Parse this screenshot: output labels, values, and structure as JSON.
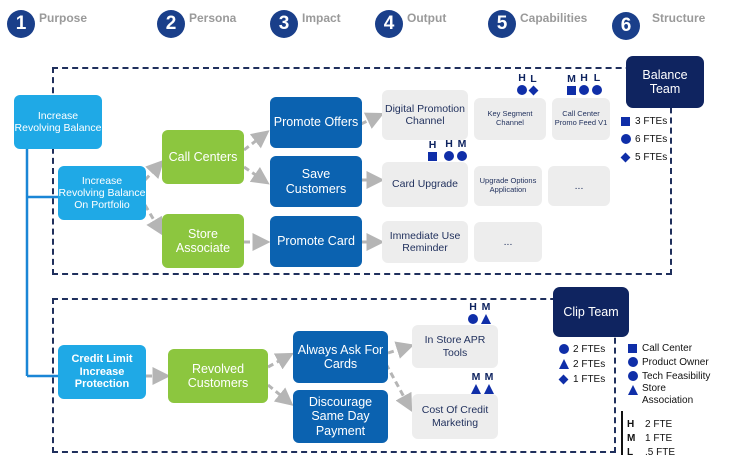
{
  "steps": [
    {
      "num": "1",
      "label": "Purpose"
    },
    {
      "num": "2",
      "label": "Persona"
    },
    {
      "num": "3",
      "label": "Impact"
    },
    {
      "num": "4",
      "label": "Output"
    },
    {
      "num": "5",
      "label": "Capabilities"
    },
    {
      "num": "6",
      "label": "Structure"
    }
  ],
  "colors": {
    "navy": "#0f2460",
    "cyan": "#1fa9e6",
    "green": "#8cc63f",
    "blue": "#0b62b0",
    "grey": "#ededed",
    "marker": "#0f2ea8",
    "arrow": "#b5b5b5"
  },
  "balance": {
    "team": "Balance Team",
    "purpose": "Increase Revolving Balance",
    "sub_purpose": "Increase Revolving Balance On Portfolio",
    "personas": [
      "Call Centers",
      "Store Associate"
    ],
    "impacts": [
      "Promote Offers",
      "Save Customers",
      "Promote Card"
    ],
    "outputs": [
      "Digital Promotion Channel",
      "Card Upgrade",
      "Immediate Use Reminder"
    ],
    "capabilities": [
      "Key Segment Channel",
      "Call Center Promo Feed V1",
      "Upgrade Options Application",
      "...",
      "..."
    ],
    "tags": {
      "key_segment": [
        "H",
        "L"
      ],
      "promo_feed": [
        "M",
        "H",
        "L"
      ],
      "card_upgrade": [
        "H",
        "H",
        "M"
      ]
    },
    "fte_legend": [
      "3 FTEs",
      "6 FTEs",
      "5 FTEs"
    ]
  },
  "clip": {
    "team": "Clip Team",
    "purpose": "Credit Limit Increase Protection",
    "persona": "Revolved Customers",
    "impacts": [
      "Always Ask For Cards",
      "Discourage Same Day Payment"
    ],
    "outputs": [
      "In Store APR Tools",
      "Cost Of Credit Marketing"
    ],
    "tags": {
      "apr_tools": [
        "H",
        "M"
      ],
      "credit_marketing": [
        "M",
        "M"
      ]
    },
    "fte_legend": [
      "2 FTEs",
      "2 FTEs",
      "1 FTEs"
    ]
  },
  "legend": {
    "shapes": [
      "Call Center",
      "Product Owner",
      "Tech Feasibility",
      "Store Association"
    ],
    "letters": [
      {
        "letter": "H",
        "text": "2 FTE"
      },
      {
        "letter": "M",
        "text": "1 FTE"
      },
      {
        "letter": "L",
        "text": ".5 FTE"
      }
    ]
  }
}
